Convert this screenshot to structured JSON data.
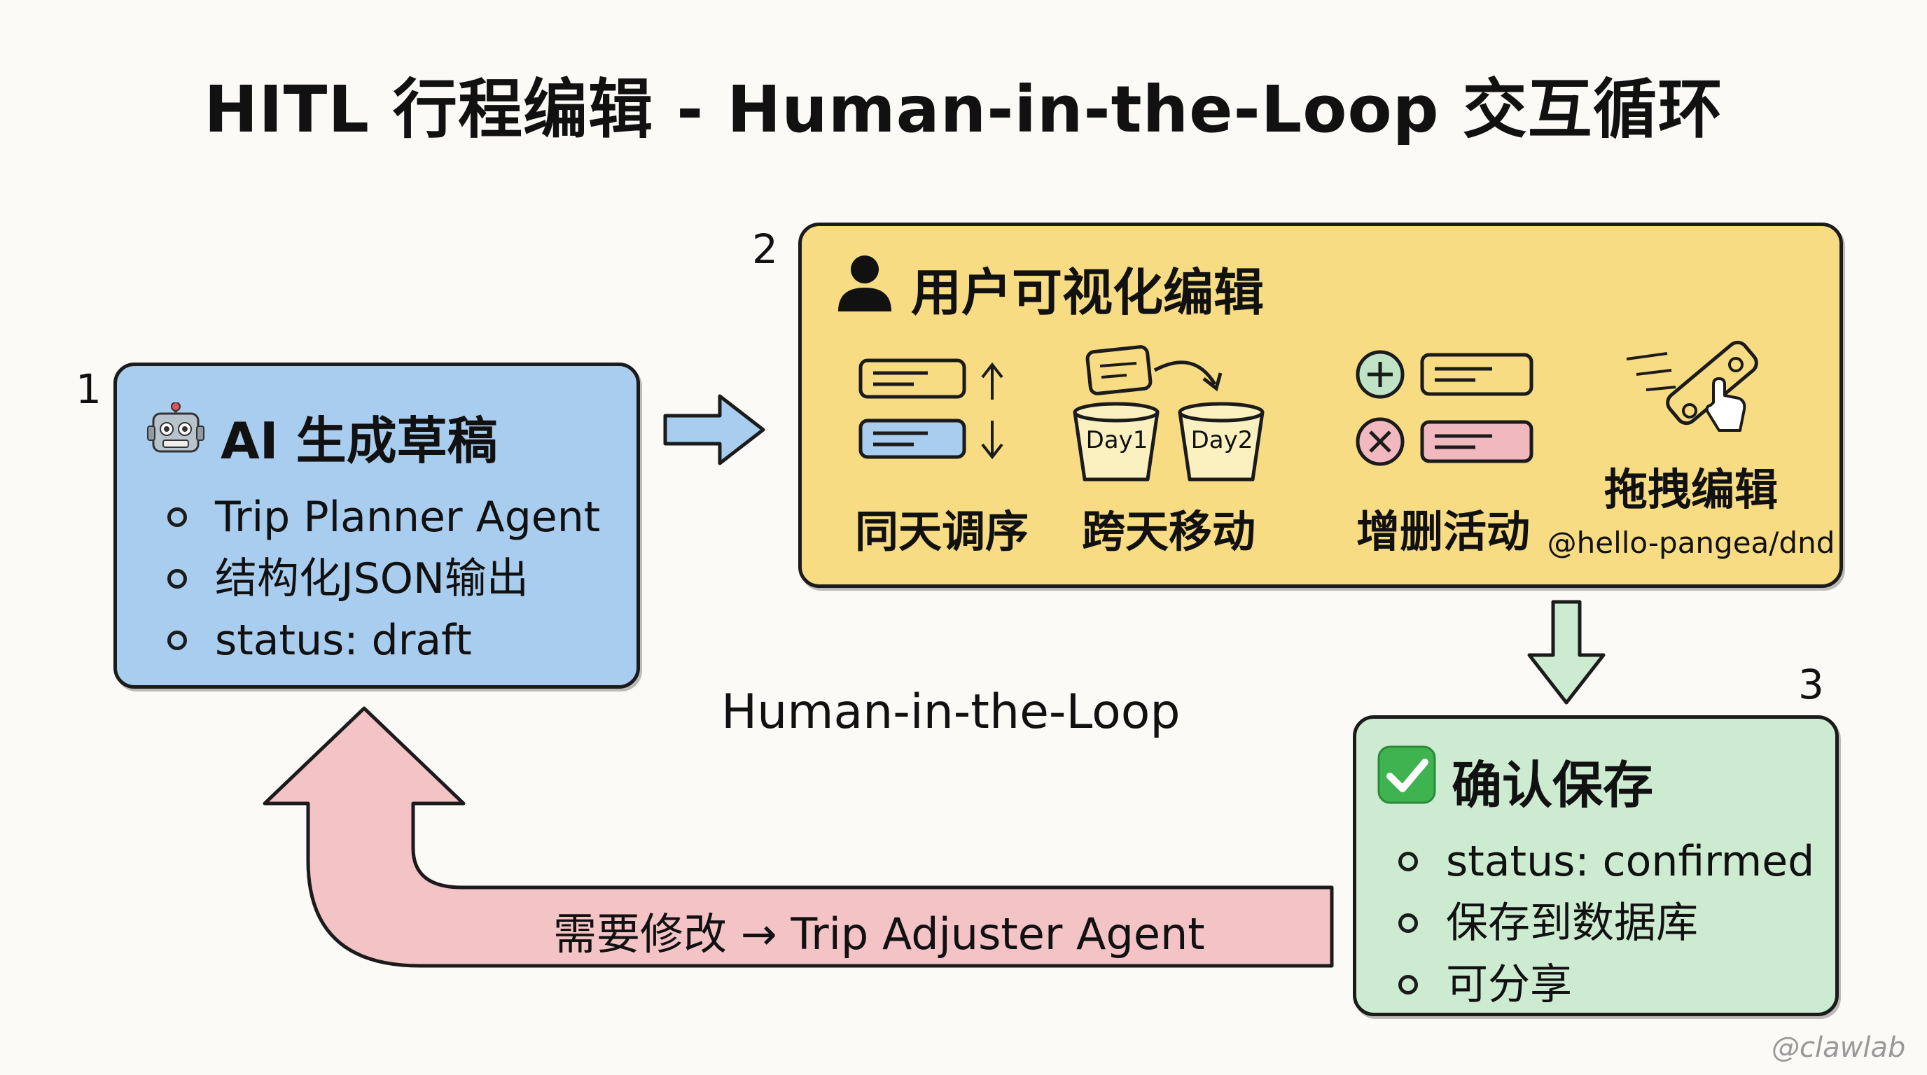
{
  "title": "HITL 行程编辑 - Human-in-the-Loop 交互循环",
  "center_label": "Human-in-the-Loop",
  "steps": [
    {
      "number": "1",
      "icon": "robot-icon",
      "title": "AI 生成草稿",
      "items": [
        "Trip Planner Agent",
        "结构化JSON输出",
        "status: draft"
      ],
      "color": "#a9cdee"
    },
    {
      "number": "2",
      "icon": "user-icon",
      "title": "用户可视化编辑",
      "color": "#f7dc84",
      "actions": [
        {
          "label": "同天调序",
          "icon": "reorder-icon"
        },
        {
          "label": "跨天移动",
          "icon": "move-day-icon",
          "tags": [
            "Day1",
            "Day2"
          ]
        },
        {
          "label": "增删活动",
          "icon": "add-remove-icon"
        },
        {
          "label": "拖拽编辑",
          "sublabel": "@hello-pangea/dnd",
          "icon": "drag-icon"
        }
      ]
    },
    {
      "number": "3",
      "icon": "check-icon",
      "title": "确认保存",
      "items": [
        "status: confirmed",
        "保存到数据库",
        "可分享"
      ],
      "color": "#cdebd0"
    }
  ],
  "feedback_label": "需要修改 → Trip Adjuster Agent",
  "watermark": "@clawlab",
  "colors": {
    "arrow_blue": "#a9cdee",
    "arrow_green": "#cdebd0",
    "arrow_pink": "#f3c3c6",
    "chip_pink": "#f2b8c0",
    "plus_green": "#bfe3c4"
  }
}
